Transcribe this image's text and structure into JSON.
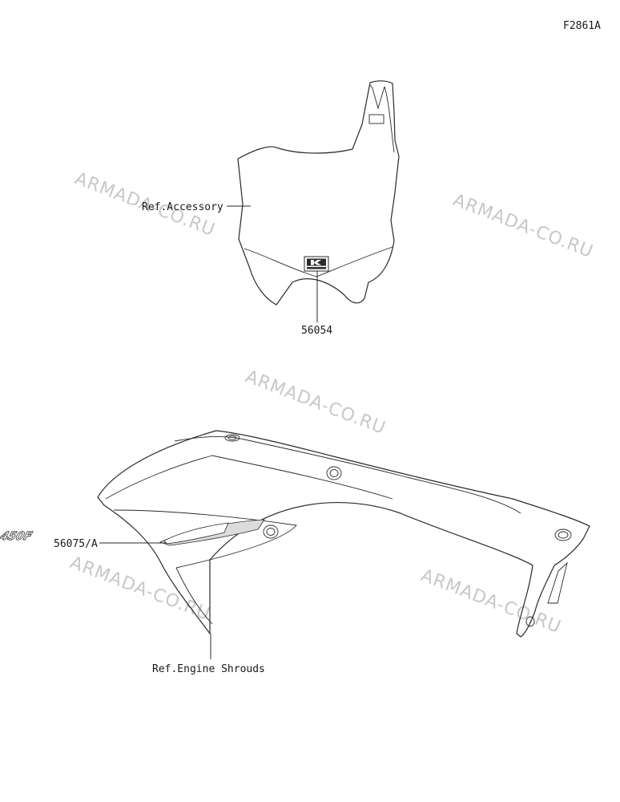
{
  "figure_code": "F2861A",
  "callouts": {
    "ref_accessory": "Ref.Accessory",
    "part_56054": "56054",
    "part_56075": "56075/A",
    "ref_engine_shrouds": "Ref.Engine Shrouds"
  },
  "decal_text": {
    "model_logo": "450F"
  },
  "watermark": "ARMADA-CO.RU"
}
